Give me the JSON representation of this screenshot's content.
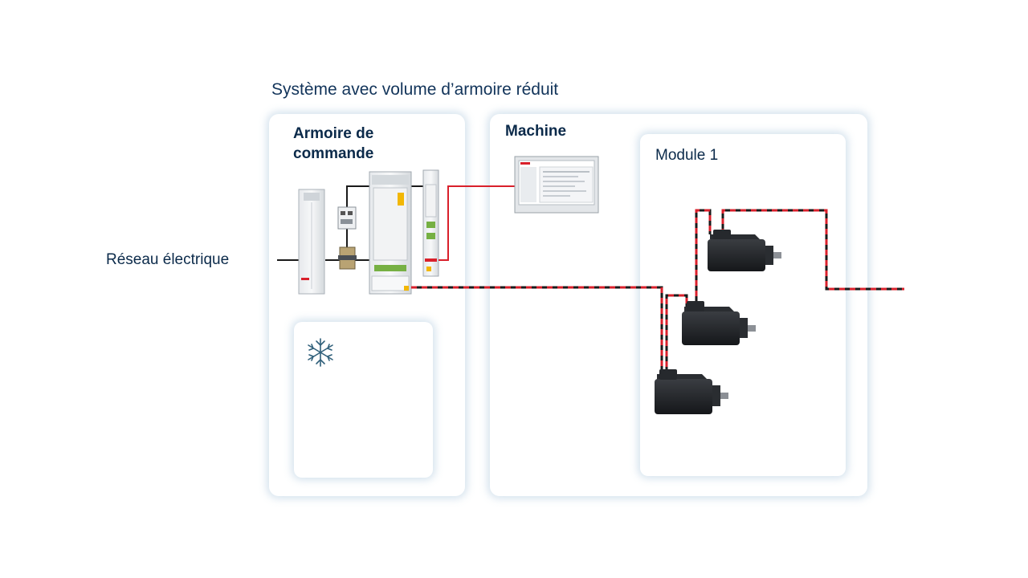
{
  "title": "Système avec volume d’armoire réduit",
  "cabinet": {
    "title_line1": "Armoire de",
    "title_line2": "commande"
  },
  "machine": {
    "title": "Machine"
  },
  "module": {
    "title": "Module 1"
  },
  "grid": {
    "label": "Réseau électrique"
  },
  "icons": {
    "cooling": "snowflake-icon"
  },
  "colors": {
    "cable_red": "#d9202b",
    "cable_black": "#1a1a1a",
    "navy_text": "#0b2a4a"
  }
}
